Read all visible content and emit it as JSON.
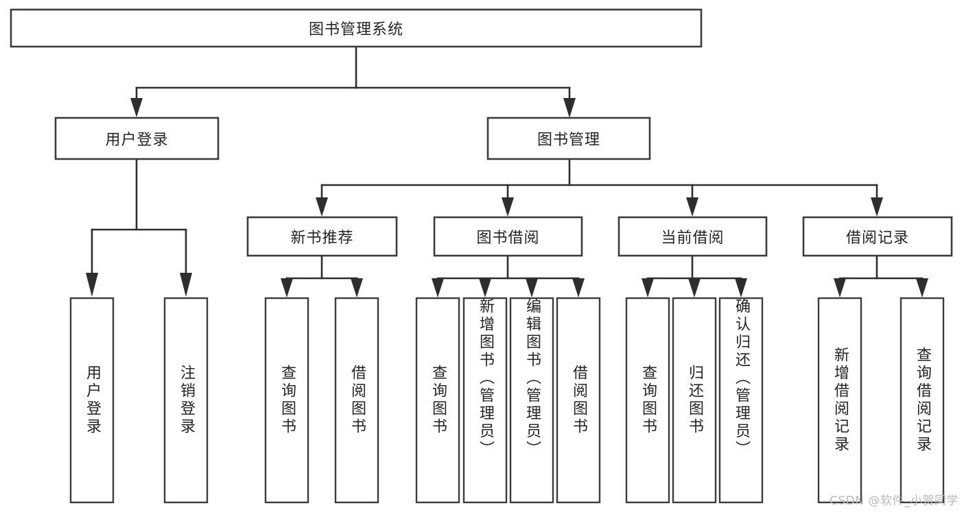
{
  "diagram": {
    "type": "tree",
    "title": "图书管理系统",
    "watermark": "CSDN @软件_小贺同学",
    "root": {
      "label": "图书管理系统",
      "orientation": "horizontal"
    },
    "level2": [
      {
        "label": "用户登录",
        "orientation": "horizontal"
      },
      {
        "label": "图书管理",
        "orientation": "horizontal"
      }
    ],
    "level3": [
      {
        "label": "新书推荐",
        "orientation": "horizontal",
        "parent": "图书管理"
      },
      {
        "label": "图书借阅",
        "orientation": "horizontal",
        "parent": "图书管理"
      },
      {
        "label": "当前借阅",
        "orientation": "horizontal",
        "parent": "图书管理"
      },
      {
        "label": "借阅记录",
        "orientation": "horizontal",
        "parent": "图书管理"
      }
    ],
    "leaves": {
      "user_login": [
        {
          "label": "用户登录",
          "orientation": "vertical"
        },
        {
          "label": "注销登录",
          "orientation": "vertical"
        }
      ],
      "new_book_recommend": [
        {
          "label": "查询图书",
          "orientation": "vertical"
        },
        {
          "label": "借阅图书",
          "orientation": "vertical"
        }
      ],
      "book_borrow": [
        {
          "label": "查询图书",
          "orientation": "vertical"
        },
        {
          "label": "新增图书（管理员）",
          "orientation": "vertical"
        },
        {
          "label": "编辑图书（管理员）",
          "orientation": "vertical"
        },
        {
          "label": "借阅图书",
          "orientation": "vertical"
        }
      ],
      "current_borrow": [
        {
          "label": "查询图书",
          "orientation": "vertical"
        },
        {
          "label": "归还图书",
          "orientation": "vertical"
        },
        {
          "label": "确认归还（管理员）",
          "orientation": "vertical"
        }
      ],
      "borrow_record": [
        {
          "label": "新增借阅记录",
          "orientation": "vertical"
        },
        {
          "label": "查询借阅记录",
          "orientation": "vertical"
        }
      ]
    },
    "colors": {
      "box_stroke": "#3b3b3b",
      "edge": "#2e2e2e",
      "box_fill": "#ffffff",
      "text": "#242424",
      "watermark": "#b9b9b9",
      "background": "#ffffff"
    }
  }
}
